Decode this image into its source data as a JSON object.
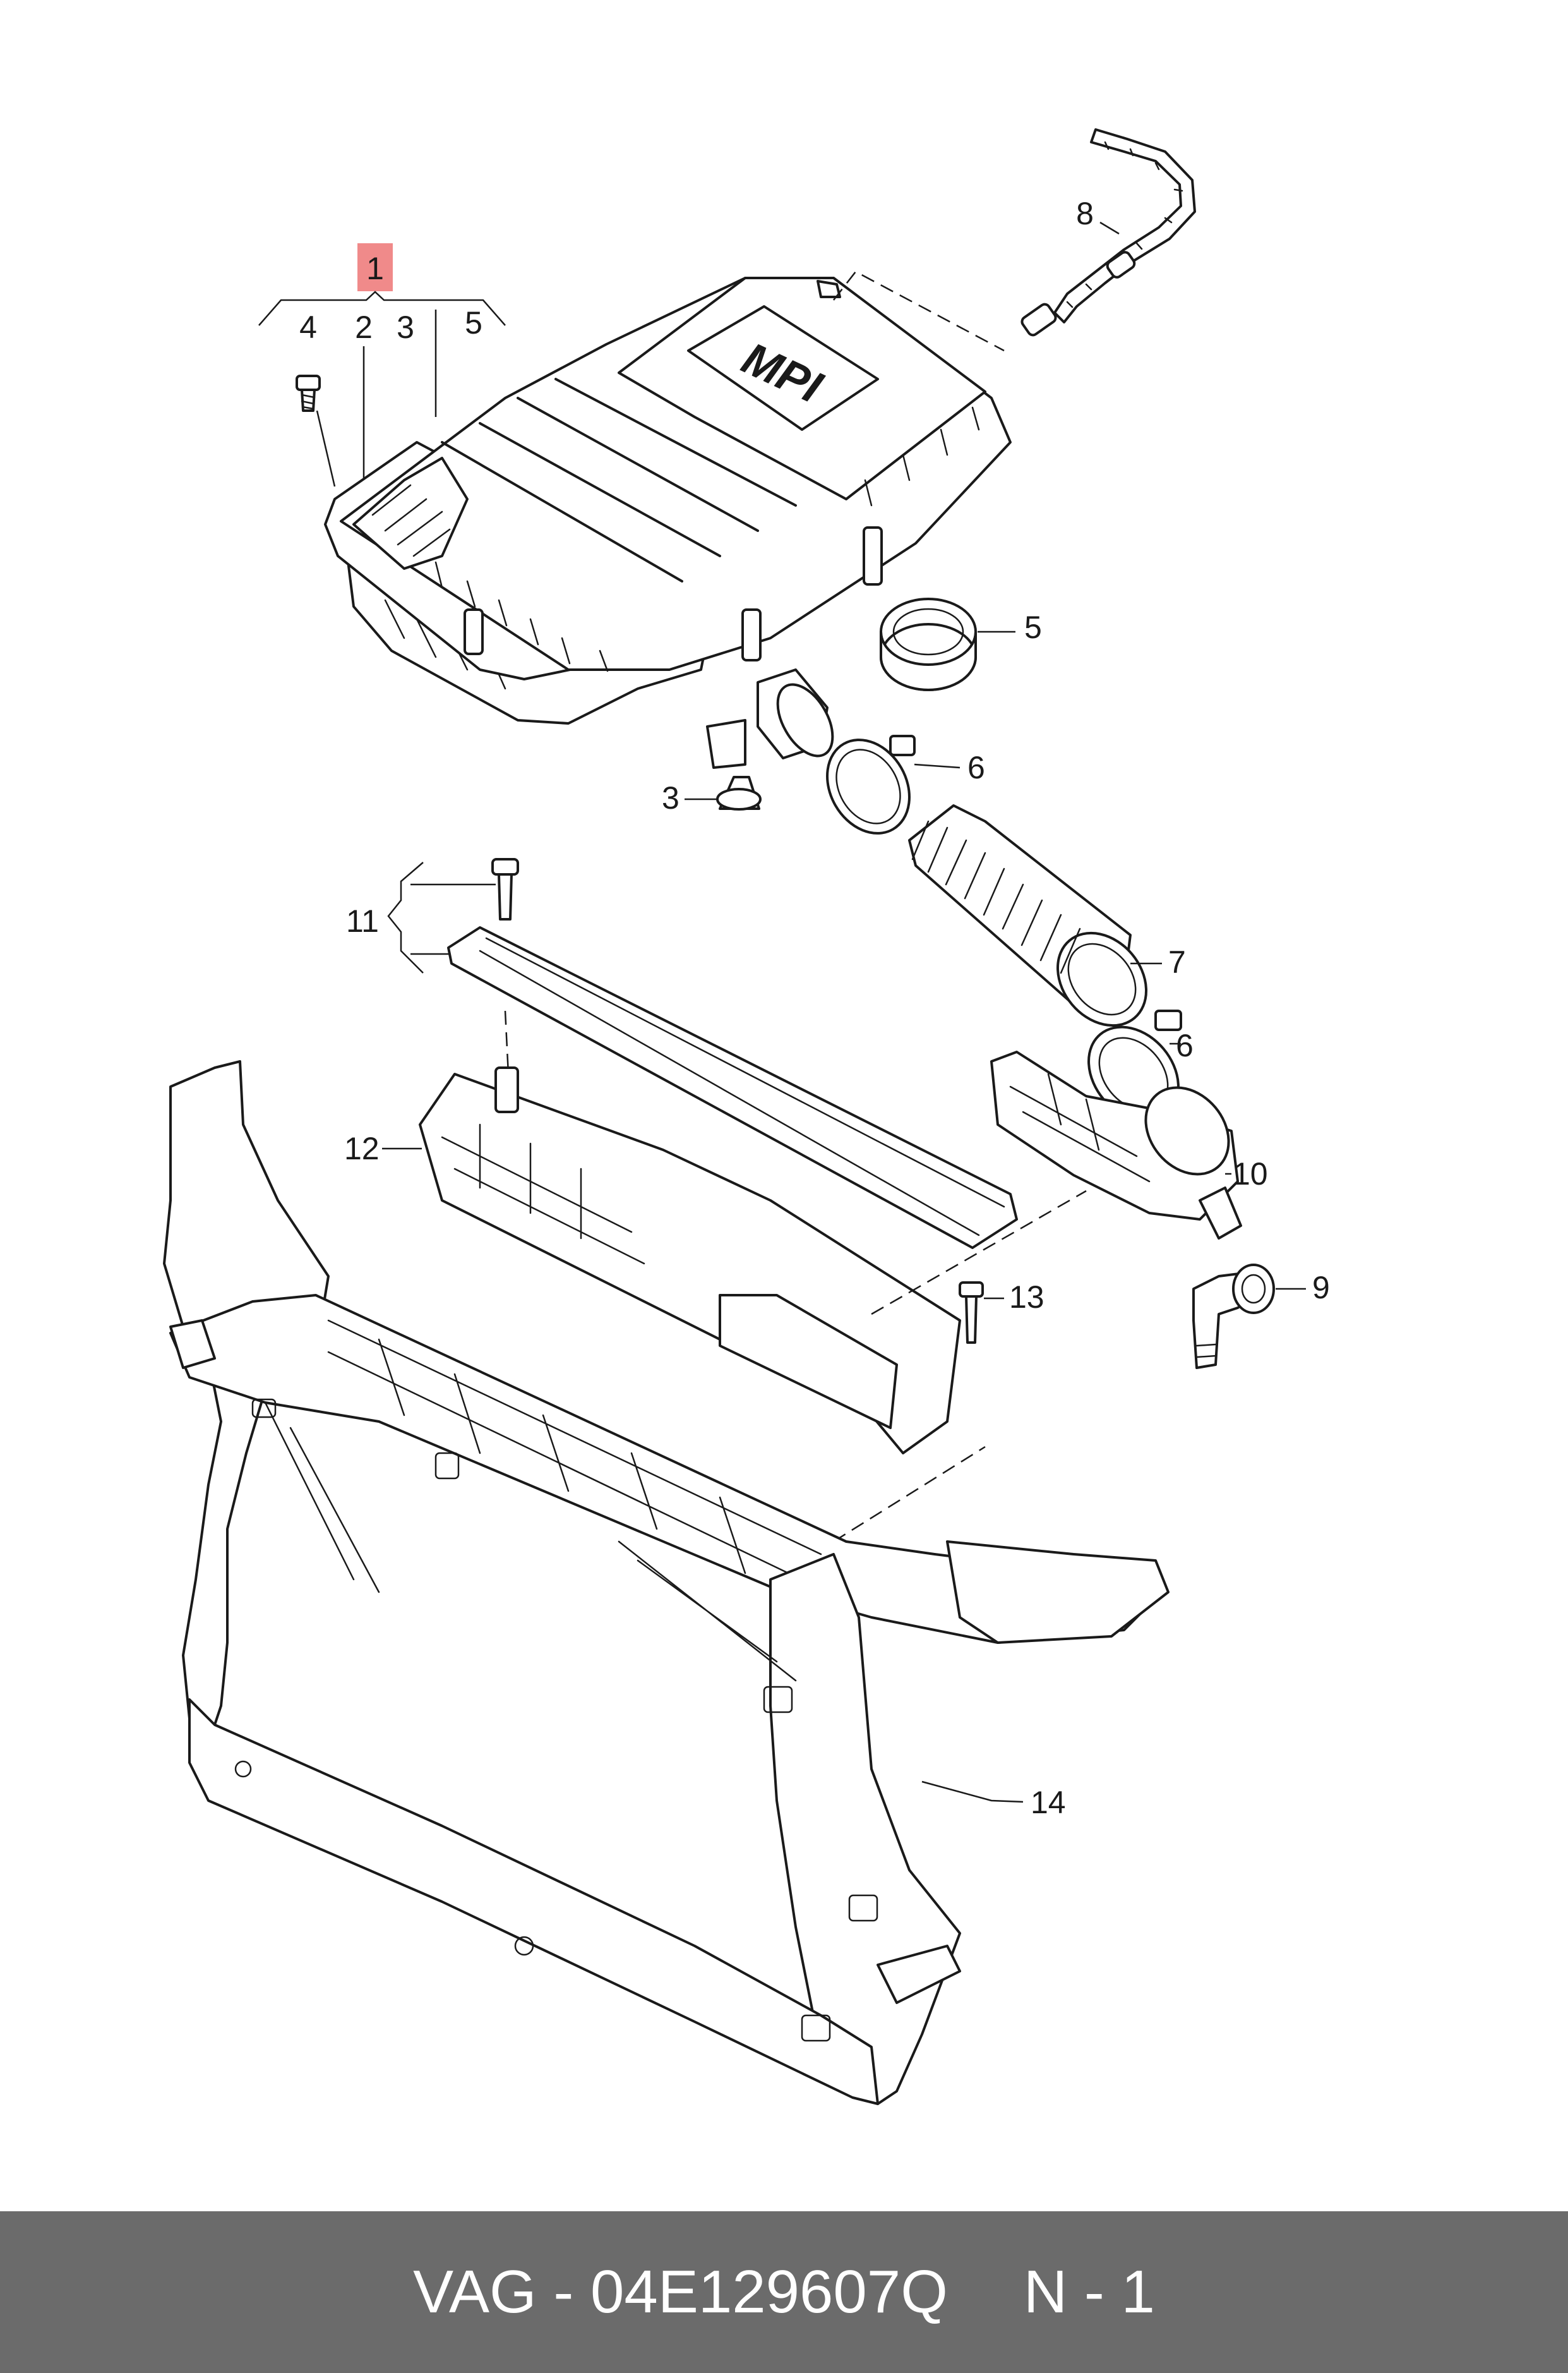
{
  "diagram": {
    "part_badge": "1",
    "badge_color": "#f08a8a",
    "embossed_text": "MPI",
    "callouts": {
      "c1": "1",
      "c2": "2",
      "c3_top": "3",
      "c4": "4",
      "c5_top": "5",
      "c5": "5",
      "c6_upper": "6",
      "c3": "3",
      "c7": "7",
      "c6_lower": "6",
      "c8": "8",
      "c9": "9",
      "c10": "10",
      "c11": "11",
      "c12": "12",
      "c13": "13",
      "c14": "14"
    }
  },
  "footer": {
    "part_number": "VAG - 04E129607Q",
    "page_ref": "N - 1",
    "background": "#6b6b6b"
  }
}
